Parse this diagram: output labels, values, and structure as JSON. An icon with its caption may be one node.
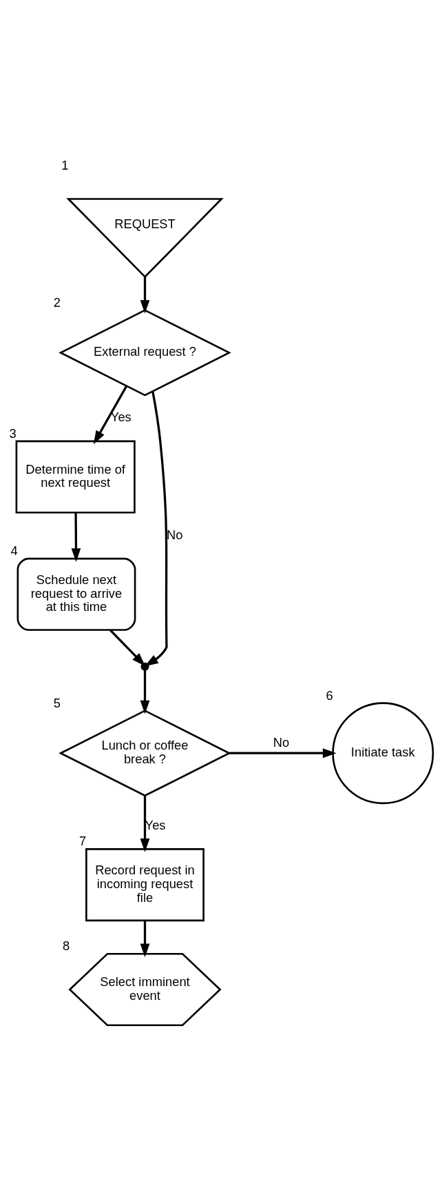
{
  "diagram": {
    "nodes": [
      {
        "text": [
          "REQUEST"
        ],
        "beside": [
          "1"
        ]
      },
      {
        "text": [
          "External request ?"
        ],
        "beside": [
          "2"
        ]
      },
      {
        "text": [
          "Determine time of next request"
        ],
        "beside": [
          "3"
        ]
      },
      {
        "text": [
          "Schedule next request to arrive at this time"
        ],
        "beside": [
          "4"
        ]
      },
      {
        "text": [],
        "shape": "dot"
      },
      {
        "text": [
          "Lunch or coffee break ?"
        ],
        "beside": [
          "5"
        ]
      },
      {
        "text": [
          "Initiate task"
        ],
        "beside": [
          "6"
        ]
      },
      {
        "text": [
          "Record request in incoming request file"
        ],
        "beside": [
          "7"
        ]
      },
      {
        "text": [
          "Select imminent event"
        ],
        "beside": [
          "8"
        ]
      }
    ],
    "edges": [
      {
        "from": 0,
        "to": 1,
        "arrow": "to"
      },
      {
        "from": 1,
        "to": 2,
        "arrow": "to",
        "label": "Yes"
      },
      {
        "from": 1,
        "to": 4,
        "arrow": "to",
        "label": "No"
      },
      {
        "from": 2,
        "to": 3,
        "arrow": "to"
      },
      {
        "from": 3,
        "to": 4,
        "arrow": "to"
      },
      {
        "from": 4,
        "to": 5,
        "arrow": "to"
      },
      {
        "from": 5,
        "to": 6,
        "arrow": "to",
        "label": "No"
      },
      {
        "from": 5,
        "to": 7,
        "arrow": "to",
        "label": "Yes"
      },
      {
        "from": 7,
        "to": 8,
        "arrow": "to"
      }
    ]
  }
}
